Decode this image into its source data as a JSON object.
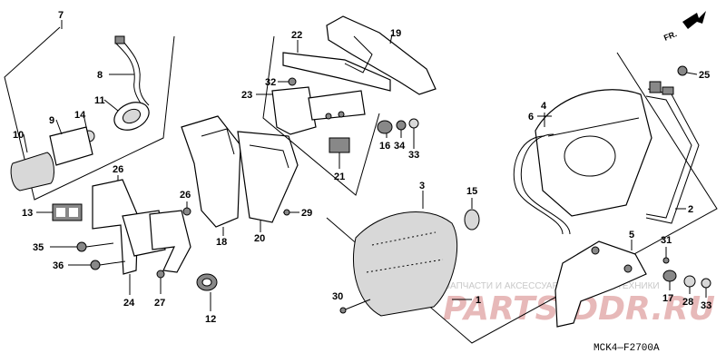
{
  "diagram_code": "MCK4—F2700A",
  "direction_label": "FR.",
  "watermark": {
    "caption": "ЗАПЧАСТИ И АКСЕССУАРЫ ДЛЯ МОТОТЕХНИКИ",
    "brand": "PARTS·DDR.RU"
  },
  "callouts": {
    "p1": "1",
    "p2": "2",
    "p3": "3",
    "p4": "4",
    "p5": "5",
    "p6": "6",
    "p7": "7",
    "p8": "8",
    "p9": "9",
    "p10": "10",
    "p11": "11",
    "p12": "12",
    "p13": "13",
    "p14": "14",
    "p15": "15",
    "p16": "16",
    "p17": "17",
    "p18": "18",
    "p19": "19",
    "p20": "20",
    "p21": "21",
    "p22": "22",
    "p23": "23",
    "p24": "24",
    "p25": "25",
    "p26a": "26",
    "p26b": "26",
    "p27": "27",
    "p28": "28",
    "p29": "29",
    "p30": "30",
    "p31": "31",
    "p32": "32",
    "p33a": "33",
    "p33b": "33",
    "p34": "34",
    "p35": "35",
    "p36": "36"
  }
}
